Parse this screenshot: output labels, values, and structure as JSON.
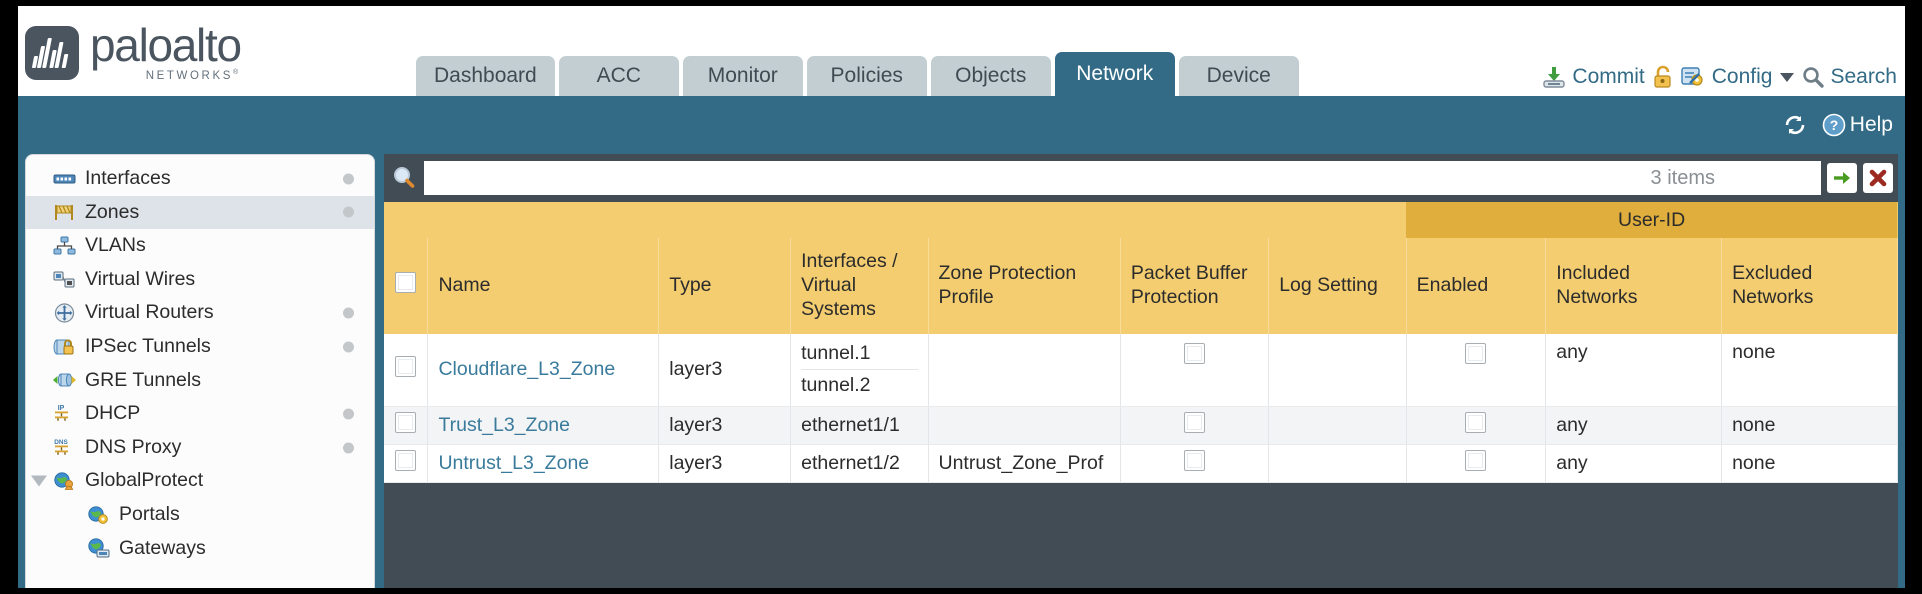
{
  "brand": {
    "name": "paloalto",
    "tagline": "NETWORKS",
    "trademark": "®"
  },
  "header": {
    "tabs": [
      {
        "label": "Dashboard",
        "active": false
      },
      {
        "label": "ACC",
        "active": false
      },
      {
        "label": "Monitor",
        "active": false
      },
      {
        "label": "Policies",
        "active": false
      },
      {
        "label": "Objects",
        "active": false
      },
      {
        "label": "Network",
        "active": true
      },
      {
        "label": "Device",
        "active": false
      }
    ],
    "actions": [
      {
        "label": "Commit",
        "icon": "commit-icon"
      },
      {
        "label": "",
        "icon": "lock-icon"
      },
      {
        "label": "Config",
        "icon": "config-icon",
        "has_caret": true
      },
      {
        "label": "Search",
        "icon": "search-icon"
      }
    ],
    "active_tab": "Network"
  },
  "toolbar": {
    "refresh_icon": "refresh-icon",
    "help_label": "Help",
    "help_icon": "help-icon"
  },
  "sidebar": {
    "items": [
      {
        "label": "Interfaces",
        "icon": "interfaces-icon",
        "dot": true,
        "selected": false,
        "child": false,
        "expander": false
      },
      {
        "label": "Zones",
        "icon": "zones-icon",
        "dot": true,
        "selected": true,
        "child": false,
        "expander": false
      },
      {
        "label": "VLANs",
        "icon": "vlans-icon",
        "dot": false,
        "selected": false,
        "child": false,
        "expander": false
      },
      {
        "label": "Virtual Wires",
        "icon": "virtual-wires-icon",
        "dot": false,
        "selected": false,
        "child": false,
        "expander": false
      },
      {
        "label": "Virtual Routers",
        "icon": "virtual-routers-icon",
        "dot": true,
        "selected": false,
        "child": false,
        "expander": false
      },
      {
        "label": "IPSec Tunnels",
        "icon": "ipsec-tunnels-icon",
        "dot": true,
        "selected": false,
        "child": false,
        "expander": false
      },
      {
        "label": "GRE Tunnels",
        "icon": "gre-tunnels-icon",
        "dot": false,
        "selected": false,
        "child": false,
        "expander": false
      },
      {
        "label": "DHCP",
        "icon": "dhcp-icon",
        "dot": true,
        "selected": false,
        "child": false,
        "expander": false
      },
      {
        "label": "DNS Proxy",
        "icon": "dns-proxy-icon",
        "dot": true,
        "selected": false,
        "child": false,
        "expander": false
      },
      {
        "label": "GlobalProtect",
        "icon": "globalprotect-icon",
        "dot": false,
        "selected": false,
        "child": false,
        "expander": true
      },
      {
        "label": "Portals",
        "icon": "portals-icon",
        "dot": false,
        "selected": false,
        "child": true,
        "expander": false
      },
      {
        "label": "Gateways",
        "icon": "gateways-icon",
        "dot": false,
        "selected": false,
        "child": true,
        "expander": false
      }
    ]
  },
  "filter": {
    "placeholder": "",
    "value": "",
    "items_count": "3 items",
    "apply_icon": "green-arrow-icon",
    "clear_icon": "red-x-icon",
    "search_icon": "search-icon"
  },
  "table": {
    "group_header": {
      "label": "User-ID",
      "span": 3
    },
    "columns": [
      "Name",
      "Type",
      "Interfaces / Virtual Systems",
      "Zone Protection Profile",
      "Packet Buffer Protection",
      "Log Setting",
      "Enabled",
      "Included Networks",
      "Excluded Networks"
    ],
    "header_checkbox": false,
    "rows": [
      {
        "selected": false,
        "name": "Cloudflare_L3_Zone",
        "type": "layer3",
        "interfaces": [
          "tunnel.1",
          "tunnel.2"
        ],
        "zone_protection_profile": "",
        "packet_buffer_protection": false,
        "log_setting": "",
        "userid_enabled": false,
        "included_networks": "any",
        "excluded_networks": "none"
      },
      {
        "selected": false,
        "name": "Trust_L3_Zone",
        "type": "layer3",
        "interfaces": [
          "ethernet1/1"
        ],
        "zone_protection_profile": "",
        "packet_buffer_protection": false,
        "log_setting": "",
        "userid_enabled": false,
        "included_networks": "any",
        "excluded_networks": "none"
      },
      {
        "selected": false,
        "name": "Untrust_L3_Zone",
        "type": "layer3",
        "interfaces": [
          "ethernet1/2"
        ],
        "zone_protection_profile": "Untrust_Zone_Prof",
        "packet_buffer_protection": false,
        "log_setting": "",
        "userid_enabled": false,
        "included_networks": "any",
        "excluded_networks": "none"
      }
    ]
  },
  "colors": {
    "brand_slate": "#4a5560",
    "nav_blue": "#336b87",
    "tab_inactive": "#c3ced2",
    "table_header_gold": "#f3cd70",
    "group_header_gold": "#dfae3c",
    "filter_bar_dark": "#414c55",
    "link_blue": "#3a7b9c"
  }
}
